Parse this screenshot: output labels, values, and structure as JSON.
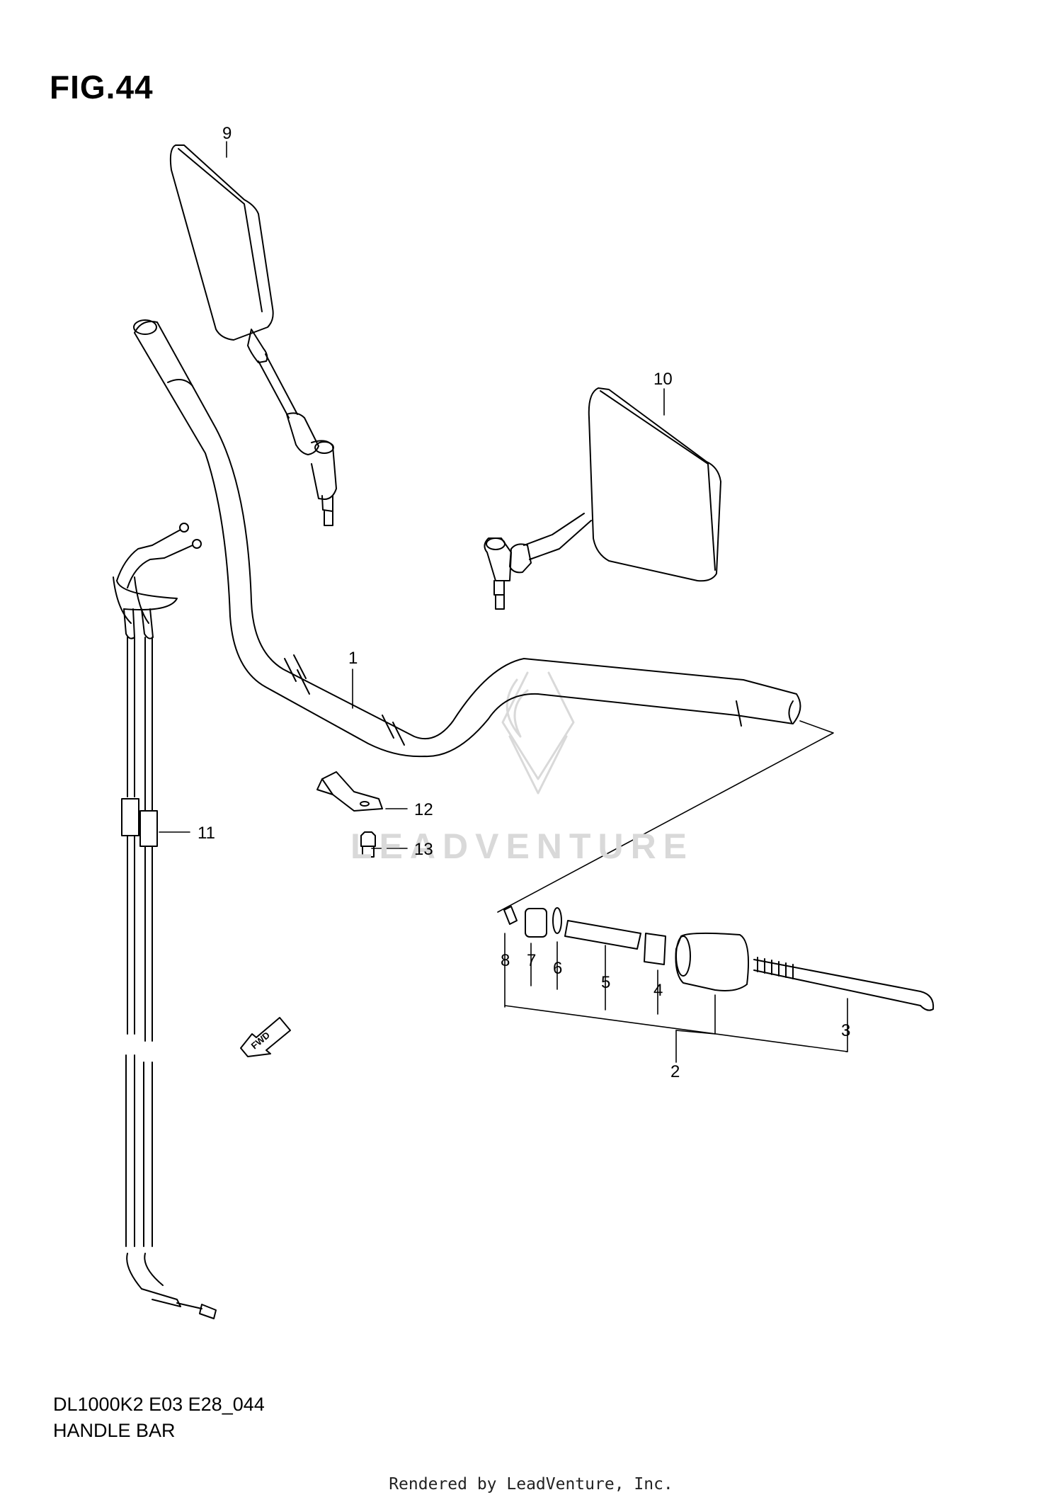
{
  "figure": {
    "title": "FIG.44",
    "model_code": "DL1000K2 E03 E28_044",
    "section": "HANDLE BAR"
  },
  "callouts": {
    "c1": "1",
    "c2": "2",
    "c3": "3",
    "c4": "4",
    "c5": "5",
    "c6": "6",
    "c7": "7",
    "c8": "8",
    "c9": "9",
    "c10": "10",
    "c11": "11",
    "c12": "12",
    "c13": "13"
  },
  "arrow_label": "FWD",
  "watermark": "LEADVENTURE",
  "rendered_by": "Rendered by LeadVenture, Inc.",
  "colors": {
    "line": "#000000",
    "background": "#ffffff",
    "watermark": "#d9d9d9"
  }
}
